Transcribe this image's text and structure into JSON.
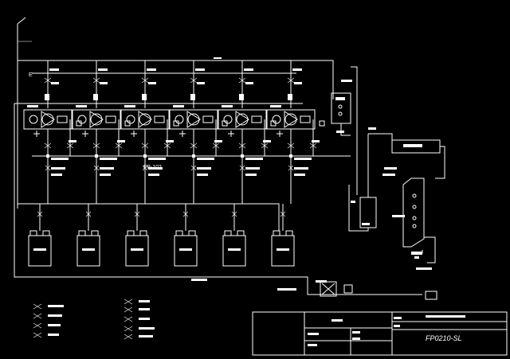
{
  "diagram": {
    "background_color": "#000000",
    "line_color": "#ffffff",
    "compressor_count": 6,
    "cylinder_count": 6,
    "labels": {
      "tag_fp102": "FP-102",
      "valve_mark_left": "E",
      "drawing_number": "FP0210-SL"
    }
  }
}
